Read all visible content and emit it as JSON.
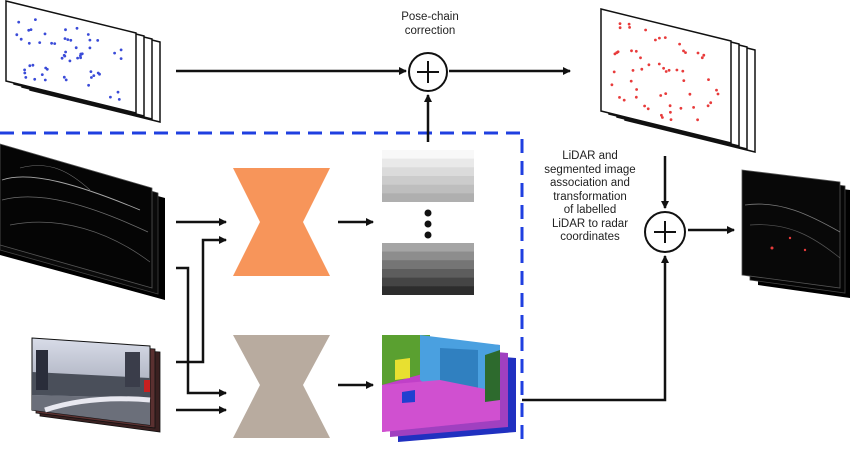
{
  "labels": {
    "pose_chain": [
      "Pose-chain",
      "correction"
    ],
    "lidar_association": [
      "LiDAR and",
      "segmented image",
      "association and",
      "transformation",
      "of labelled",
      "LiDAR to radar",
      "coordinates"
    ]
  },
  "colors": {
    "dashed_box": "#1f3fe0",
    "encoder_top": "#f7955a",
    "encoder_bottom": "#b8ab9f",
    "radar_points_blue": "#3a4bd8",
    "radar_points_red": "#e83b3b",
    "arrow": "#111111"
  },
  "icons": {
    "plus": "circle-plus-icon"
  }
}
